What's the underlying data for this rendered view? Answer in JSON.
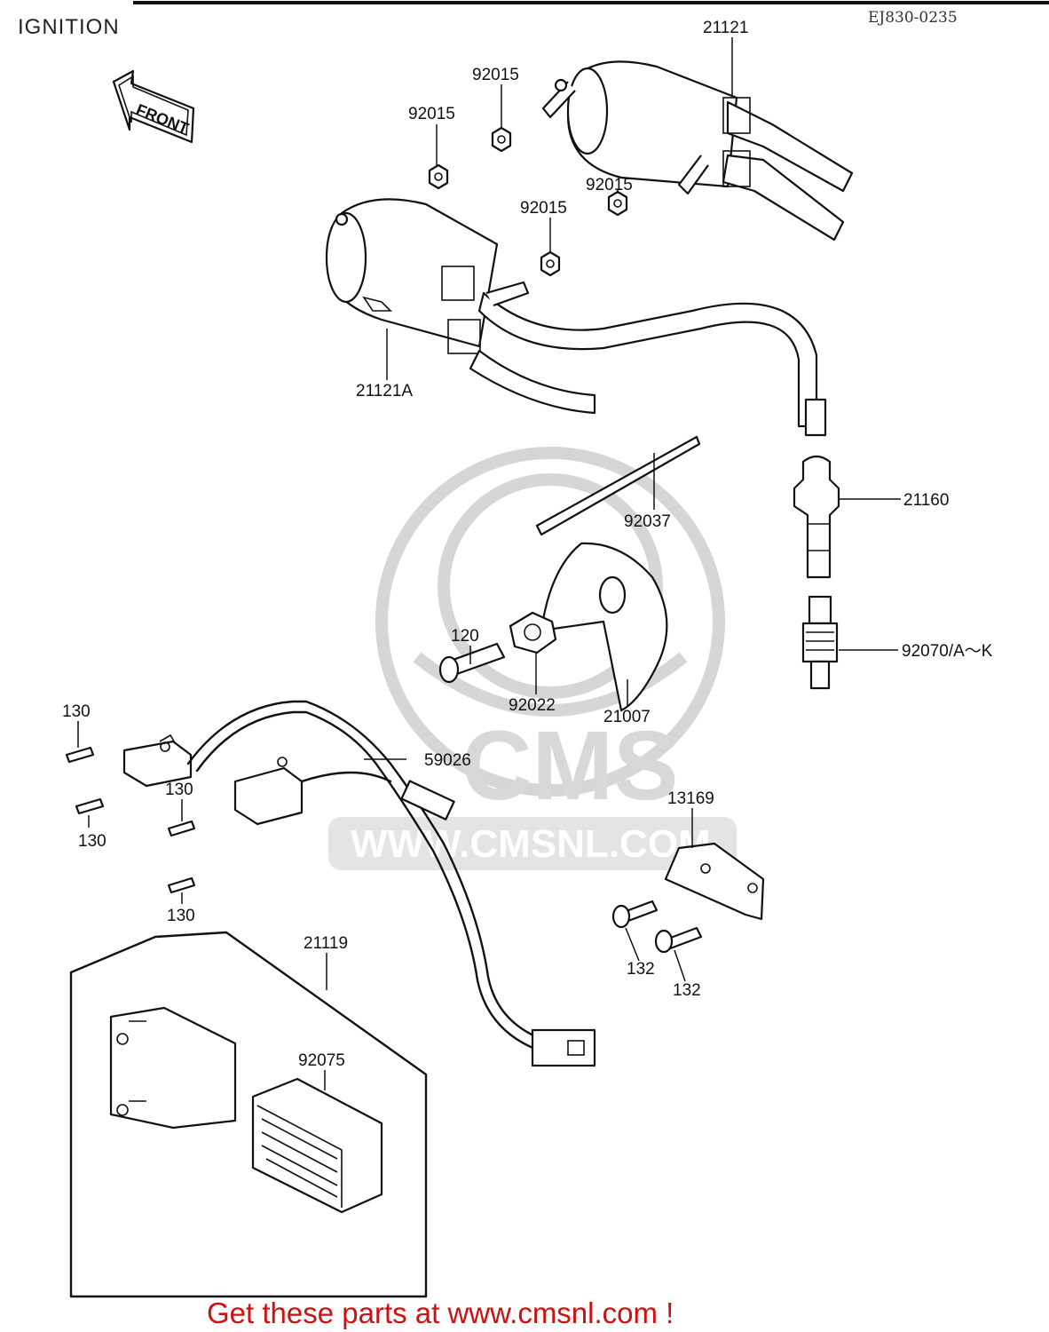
{
  "header": {
    "title": "IGNITION",
    "drawing_code": "EJ830-0235"
  },
  "front_arrow": {
    "text": "FRONT",
    "icon": "front-arrow-icon"
  },
  "watermark": {
    "brand": "CMS",
    "url": "WWW.CMSNL.COM"
  },
  "callouts": {
    "c21121": "21121",
    "c92015a": "92015",
    "c92015b": "92015",
    "c92015c": "92015",
    "c92015d": "92015",
    "c21121a": "21121A",
    "c92037": "92037",
    "c21160": "21160",
    "c92070": "92070/A～K",
    "c120": "120",
    "c92022": "92022",
    "c21007": "21007",
    "c130a": "130",
    "c130b": "130",
    "c130c": "130",
    "c130d": "130",
    "c59026": "59026",
    "c13169": "13169",
    "c132a": "132",
    "c132b": "132",
    "c21119": "21119",
    "c92075": "92075"
  },
  "footer": {
    "cta": "Get these parts at www.cmsnl.com !",
    "cta_color": "#d01010"
  }
}
